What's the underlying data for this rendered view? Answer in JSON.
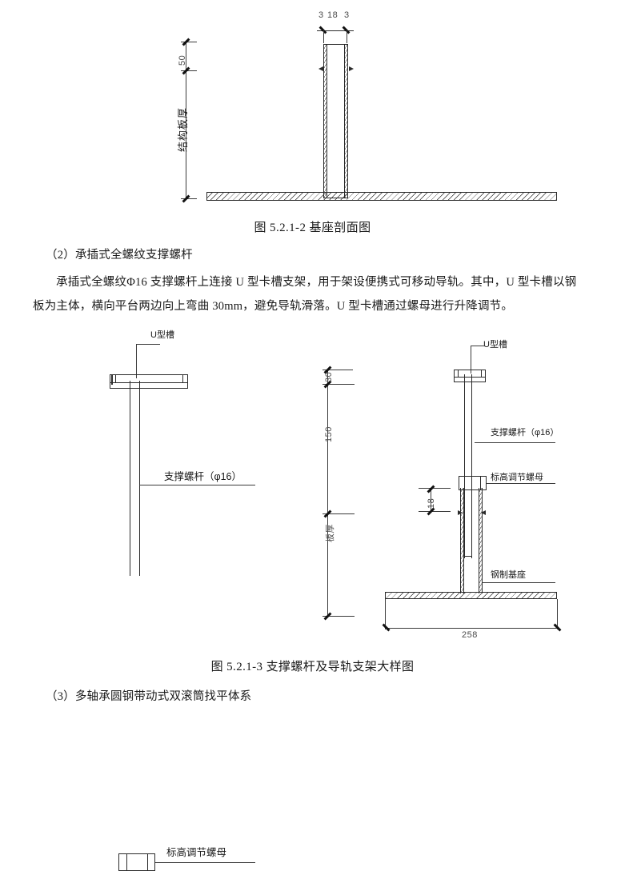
{
  "document": {
    "figure1": {
      "caption": "图 5.2.1-2  基座剖面图",
      "dims": {
        "top_left": "3",
        "top_mid": "18",
        "top_right": "3",
        "vert_top": "50"
      },
      "labels": {
        "slab_thickness": "结构板厚"
      }
    },
    "section_heading": "（2）承插式全螺纹支撑螺杆",
    "body_line1": "承插式全螺纹Φ16 支撑螺杆上连接 U 型卡槽支架，用于架设便携式可移动导轨。其中，U 型卡槽以钢",
    "body_line2": "板为主体，横向平台两边向上弯曲 30mm，避免导轨滑落。U 型卡槽通过螺母进行升降调节。",
    "figure2": {
      "caption": "图 5.2.1-3  支撑螺杆及导轨支架大样图",
      "left_view": {
        "label_channel": "U型槽",
        "label_rod": "支撑螺杆（φ16）",
        "label_nut": "标高调节螺母"
      },
      "right_view": {
        "label_channel": "U型槽",
        "label_rod": "支撑螺杆（φ16）",
        "label_nut": "标高调节螺母",
        "label_base": "钢制基座"
      },
      "dims": {
        "top_30": "30",
        "mid_150": "150",
        "lower_text": "板厚",
        "nut_18": "18",
        "base_width": "258"
      }
    },
    "next_section_heading": "（3）多轴承圆钢带动式双滚筒找平体系"
  }
}
